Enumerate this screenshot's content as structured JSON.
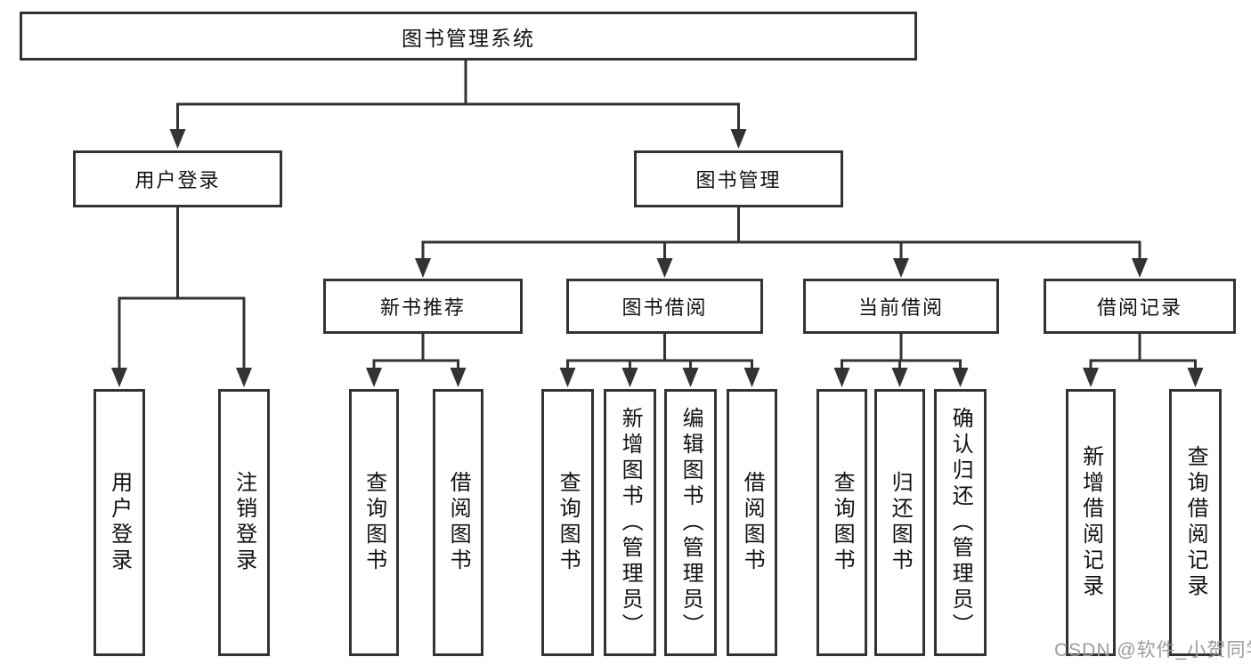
{
  "colors": {
    "background": "#ffffff",
    "line": "#333333",
    "box_border": "#333333",
    "text": "#111111",
    "watermark": "#9c9c9c"
  },
  "tree": {
    "label": "图书管理系统",
    "children": [
      {
        "label": "用户登录",
        "children": [
          {
            "label": "用户登录"
          },
          {
            "label": "注销登录"
          }
        ]
      },
      {
        "label": "图书管理",
        "children": [
          {
            "label": "新书推荐",
            "children": [
              {
                "label": "查询图书"
              },
              {
                "label": "借阅图书"
              }
            ]
          },
          {
            "label": "图书借阅",
            "children": [
              {
                "label": "查询图书"
              },
              {
                "label": "新增图书（管理员）"
              },
              {
                "label": "编辑图书（管理员）"
              },
              {
                "label": "借阅图书"
              }
            ]
          },
          {
            "label": "当前借阅",
            "children": [
              {
                "label": "查询图书"
              },
              {
                "label": "归还图书"
              },
              {
                "label": "确认归还（管理员）"
              }
            ]
          },
          {
            "label": "借阅记录",
            "children": [
              {
                "label": "新增借阅记录"
              },
              {
                "label": "查询借阅记录"
              }
            ]
          }
        ]
      }
    ]
  },
  "watermark": {
    "text": "CSDN @软件_小贺同学"
  }
}
